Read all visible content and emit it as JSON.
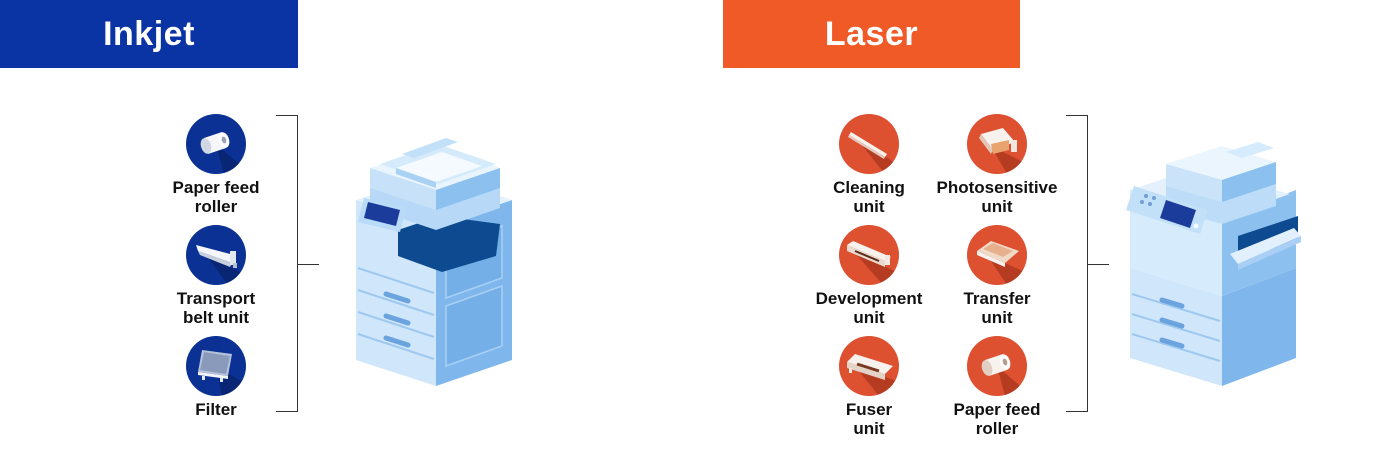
{
  "inkjet": {
    "title": "Inkjet",
    "color": "#0a33a3",
    "parts": [
      {
        "line1": "Paper feed",
        "line2": "roller",
        "icon": "roller-icon"
      },
      {
        "line1": "Transport",
        "line2": "belt unit",
        "icon": "transport-belt-icon"
      },
      {
        "line1": "Filter",
        "line2": "",
        "icon": "filter-icon"
      }
    ]
  },
  "laser": {
    "title": "Laser",
    "color": "#f05a27",
    "parts": [
      {
        "line1": "Cleaning",
        "line2": "unit",
        "icon": "cleaning-blade-icon"
      },
      {
        "line1": "Photosensitive",
        "line2": "unit",
        "icon": "photosensitive-drum-icon"
      },
      {
        "line1": "Development",
        "line2": "unit",
        "icon": "development-unit-icon"
      },
      {
        "line1": "Transfer",
        "line2": "unit",
        "icon": "transfer-unit-icon"
      },
      {
        "line1": "Fuser",
        "line2": "unit",
        "icon": "fuser-unit-icon"
      },
      {
        "line1": "Paper feed",
        "line2": "roller",
        "icon": "roller-icon"
      }
    ]
  }
}
